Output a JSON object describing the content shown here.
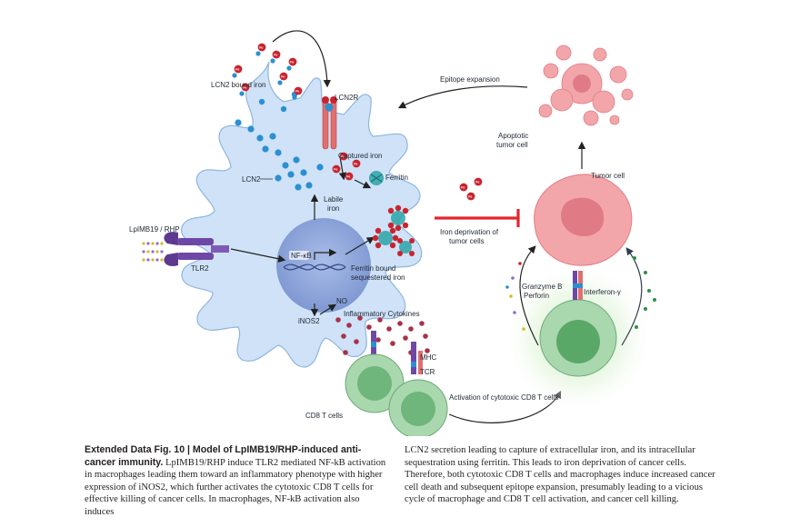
{
  "diagram": {
    "labels": {
      "lcn2_bound_iron": "LCN2 bound iron",
      "lcn2r": "LCN2R",
      "captured_iron": "Captured iron",
      "ferritin": "Ferritin",
      "lcn2": "LCN2",
      "labile_iron_line1": "Labile",
      "labile_iron_line2": "iron",
      "lpimb19": "LpIMB19 / RHP",
      "tlr2": "TLR2",
      "nfkb": "NF-κB",
      "ferritin_bound_line1": "Ferritin bound",
      "ferritin_bound_line2": "sequestered iron",
      "no": "NO",
      "inos2": "iNOS2",
      "inflammatory_cytokines": "Inflammatory Cytokines",
      "mhc": "MHC",
      "tcr": "TCR",
      "cd8_t_cells": "CD8 T cells",
      "activation_cd8": "Activation of cytotoxic CD8 T cells",
      "iron_deprivation_line1": "Iron deprivation of",
      "iron_deprivation_line2": "tumor cells",
      "epitope_expansion": "Epitope expansion",
      "apoptotic_line1": "Apoptotic",
      "apoptotic_line2": "tumor cell",
      "tumor_cell": "Tumor cell",
      "granzyme_line1": "Granzyme B",
      "granzyme_line2": "Perforin",
      "interferon": "Interferon-γ",
      "fe": "Fe"
    },
    "colors": {
      "macrophage": "#cfe2f7",
      "macrophage_outline": "#8fb6e0",
      "nucleus": "#8fa8dc",
      "iron": "#c8242f",
      "lcn2_dot": "#2b8fd1",
      "tumor": "#f2a6aa",
      "tcell": "#8fc79b",
      "inhibit": "#e0262e",
      "tlr_purple": "#5c3a8f"
    }
  },
  "caption": {
    "title": "Extended Data Fig. 10 | Model of LpIMB19/RHP-induced anti-cancer immunity.",
    "left_body": "LpIMB19/RHP induce TLR2 mediated NF-kB activation in macrophages leading them toward an inflammatory phenotype with higher expression of iNOS2, which further activates the cytotoxic CD8 T cells for effective killing of cancer cells. In macrophages, NF-kB activation also induces",
    "right_body": "LCN2 secretion leading to capture of extracellular iron, and its intracellular sequestration using ferritin. This leads to iron deprivation of cancer cells. Therefore, both cytotoxic CD8 T cells and macrophages induce increased cancer cell death and subsequent epitope expansion, presumably leading to a vicious cycle of macrophage and CD8 T cell activation, and cancer cell killing."
  }
}
